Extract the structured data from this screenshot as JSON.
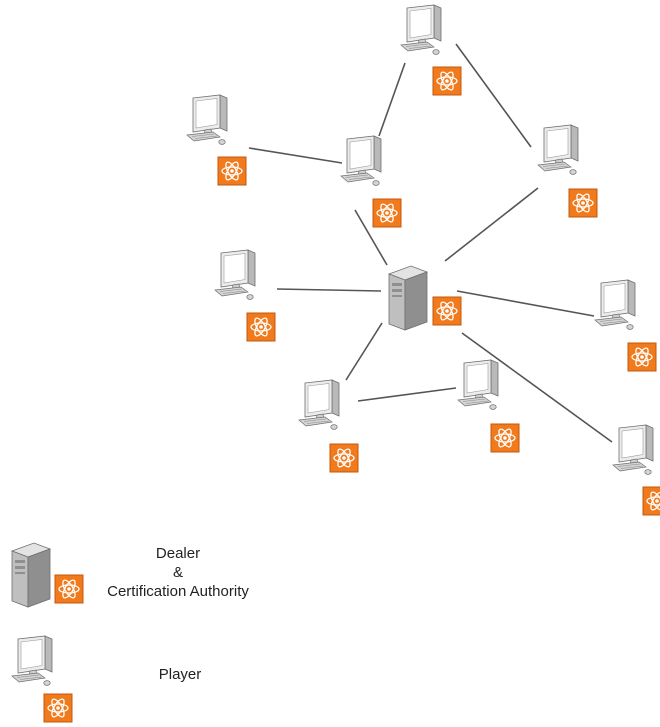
{
  "diagram": {
    "colors": {
      "edge": "#555555",
      "badge_fill": "#F07A1C",
      "badge_stroke": "#C4580C",
      "badge_symbol": "#ffffff",
      "device_light": "#f2f2f2",
      "device_mid": "#c9c9c9",
      "device_dark": "#8a8a8a",
      "device_outline": "#6f6f6f"
    },
    "node_icons": {
      "server": "server-tower-icon",
      "player": "monitor-workstation-icon",
      "badge": "atom-icon"
    }
  },
  "legend": {
    "dealer_line1": "Dealer",
    "dealer_line2": "&",
    "dealer_line3": "Certification Authority",
    "player_label": "Player"
  }
}
